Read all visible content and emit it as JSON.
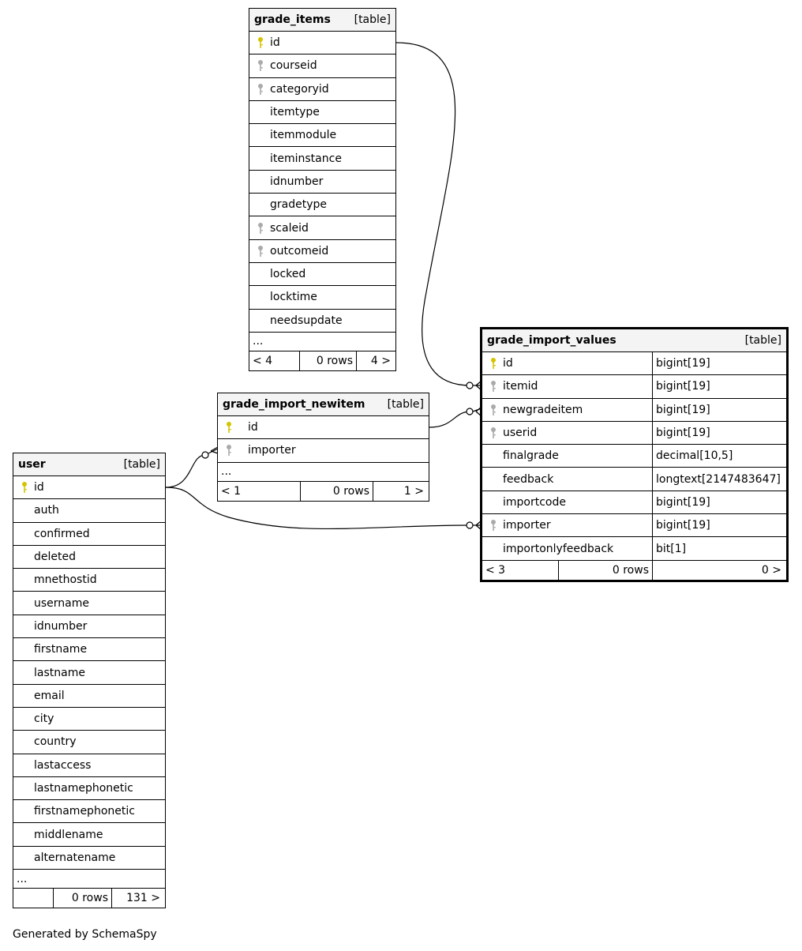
{
  "tables": {
    "grade_items": {
      "name": "grade_items",
      "kind": "[table]",
      "columns": [
        {
          "name": "id",
          "icon": "primary-key-icon"
        },
        {
          "name": "courseid",
          "icon": "foreign-key-icon"
        },
        {
          "name": "categoryid",
          "icon": "foreign-key-icon"
        },
        {
          "name": "itemtype",
          "icon": ""
        },
        {
          "name": "itemmodule",
          "icon": ""
        },
        {
          "name": "iteminstance",
          "icon": ""
        },
        {
          "name": "idnumber",
          "icon": ""
        },
        {
          "name": "gradetype",
          "icon": ""
        },
        {
          "name": "scaleid",
          "icon": "foreign-key-icon"
        },
        {
          "name": "outcomeid",
          "icon": "foreign-key-icon"
        },
        {
          "name": "locked",
          "icon": ""
        },
        {
          "name": "locktime",
          "icon": ""
        },
        {
          "name": "needsupdate",
          "icon": ""
        }
      ],
      "ellipsis": "...",
      "footer": {
        "parents": "< 4",
        "rows": "0 rows",
        "children": "4 >"
      }
    },
    "grade_import_newitem": {
      "name": "grade_import_newitem",
      "kind": "[table]",
      "columns": [
        {
          "name": "id",
          "icon": "primary-key-icon"
        },
        {
          "name": "importer",
          "icon": "foreign-key-icon"
        }
      ],
      "ellipsis": "...",
      "footer": {
        "parents": "< 1",
        "rows": "0 rows",
        "children": "1 >"
      }
    },
    "user": {
      "name": "user",
      "kind": "[table]",
      "columns": [
        {
          "name": "id",
          "icon": "primary-key-icon"
        },
        {
          "name": "auth",
          "icon": ""
        },
        {
          "name": "confirmed",
          "icon": ""
        },
        {
          "name": "deleted",
          "icon": ""
        },
        {
          "name": "mnethostid",
          "icon": ""
        },
        {
          "name": "username",
          "icon": ""
        },
        {
          "name": "idnumber",
          "icon": ""
        },
        {
          "name": "firstname",
          "icon": ""
        },
        {
          "name": "lastname",
          "icon": ""
        },
        {
          "name": "email",
          "icon": ""
        },
        {
          "name": "city",
          "icon": ""
        },
        {
          "name": "country",
          "icon": ""
        },
        {
          "name": "lastaccess",
          "icon": ""
        },
        {
          "name": "lastnamephonetic",
          "icon": ""
        },
        {
          "name": "firstnamephonetic",
          "icon": ""
        },
        {
          "name": "middlename",
          "icon": ""
        },
        {
          "name": "alternatename",
          "icon": ""
        }
      ],
      "ellipsis": "...",
      "footer": {
        "parents": "",
        "rows": "0 rows",
        "children": "131 >"
      }
    },
    "grade_import_values": {
      "name": "grade_import_values",
      "kind": "[table]",
      "columns": [
        {
          "name": "id",
          "type": "bigint[19]",
          "icon": "primary-key-icon"
        },
        {
          "name": "itemid",
          "type": "bigint[19]",
          "icon": "foreign-key-icon"
        },
        {
          "name": "newgradeitem",
          "type": "bigint[19]",
          "icon": "foreign-key-icon"
        },
        {
          "name": "userid",
          "type": "bigint[19]",
          "icon": "foreign-key-icon"
        },
        {
          "name": "finalgrade",
          "type": "decimal[10,5]",
          "icon": ""
        },
        {
          "name": "feedback",
          "type": "longtext[2147483647]",
          "icon": ""
        },
        {
          "name": "importcode",
          "type": "bigint[19]",
          "icon": ""
        },
        {
          "name": "importer",
          "type": "bigint[19]",
          "icon": "foreign-key-icon"
        },
        {
          "name": "importonlyfeedback",
          "type": "bit[1]",
          "icon": ""
        }
      ],
      "footer": {
        "parents": "< 3",
        "rows": "0 rows",
        "children": "0 >"
      }
    }
  },
  "credit": "Generated by SchemaSpy",
  "colors": {
    "primary_key": "#d4c400",
    "foreign_key": "#aaaaaa",
    "header_bg": "#f4f4f4",
    "line": "#000000"
  }
}
